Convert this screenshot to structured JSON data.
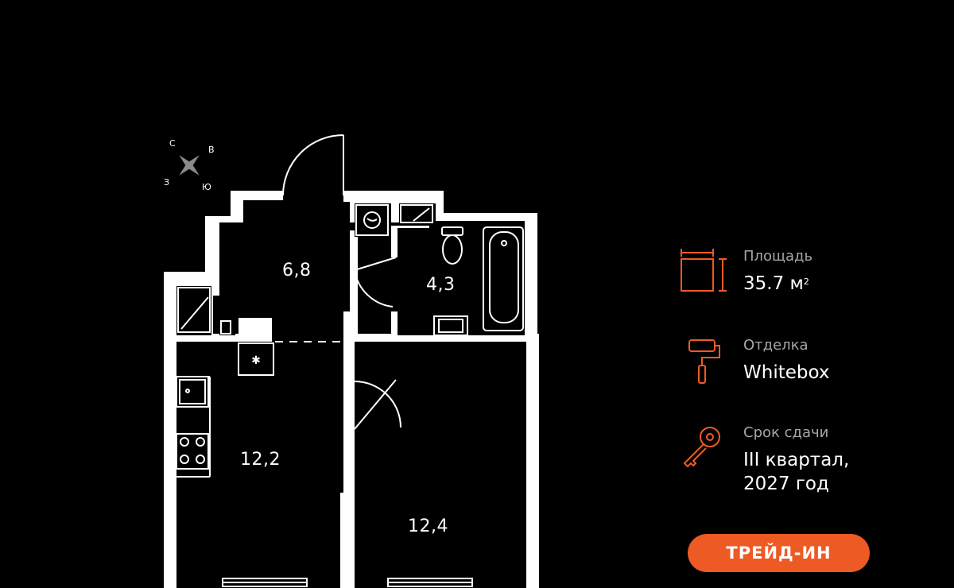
{
  "compass": {
    "north": "С",
    "east": "В",
    "south": "Ю",
    "west": "З"
  },
  "rooms": {
    "hall": "6,8",
    "bath": "4,3",
    "kitchen": "12,2",
    "bedroom": "12,4"
  },
  "info": {
    "area": {
      "label": "Площадь",
      "value": "35.7 м",
      "unit_sup": "2"
    },
    "finish": {
      "label": "Отделка",
      "value": "Whitebox"
    },
    "delivery": {
      "label": "Срок сдачи",
      "value_line1": "III квартал,",
      "value_line2": "2027 год"
    }
  },
  "trade_in_button": "ТРЕЙД-ИН",
  "colors": {
    "accent": "#ee5a24",
    "background": "#000000",
    "walls": "#ffffff",
    "muted_text": "#a6a6a6"
  },
  "icons": [
    "compass-icon",
    "area-icon",
    "paint-roller-icon",
    "key-icon"
  ]
}
